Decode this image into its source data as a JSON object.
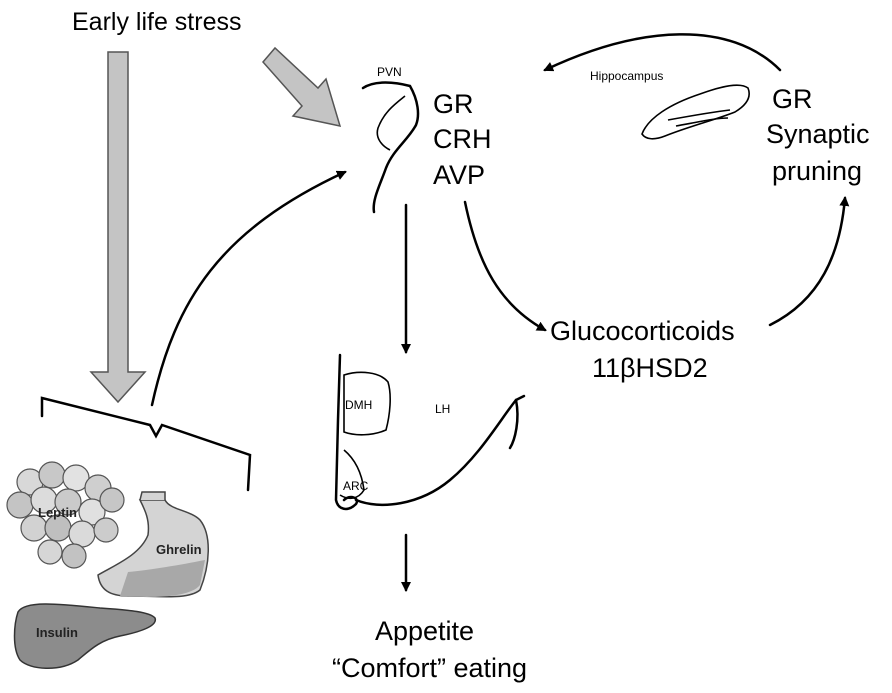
{
  "stressor": {
    "label": "Early life stress"
  },
  "pvn": {
    "region_label": "PVN",
    "markers": [
      "GR",
      "CRH",
      "AVP"
    ]
  },
  "hippocampus": {
    "region_label": "Hippocampus",
    "markers": [
      "GR",
      "Synaptic",
      "pruning"
    ]
  },
  "glucocorticoids": {
    "line1": "Glucocorticoids",
    "line2": "11βHSD2"
  },
  "hypothalamus": {
    "dmh_label": "DMH",
    "lh_label": "LH",
    "arc_label": "ARC"
  },
  "hormones": {
    "leptin": "Leptin",
    "ghrelin": "Ghrelin",
    "insulin": "Insulin"
  },
  "outcome": {
    "line1": "Appetite",
    "line2": "“Comfort” eating"
  },
  "colors": {
    "arrow_fill": "#c4c4c4",
    "organ_fill": "#bcbcbc",
    "organ_dark": "#8c8c8c"
  }
}
